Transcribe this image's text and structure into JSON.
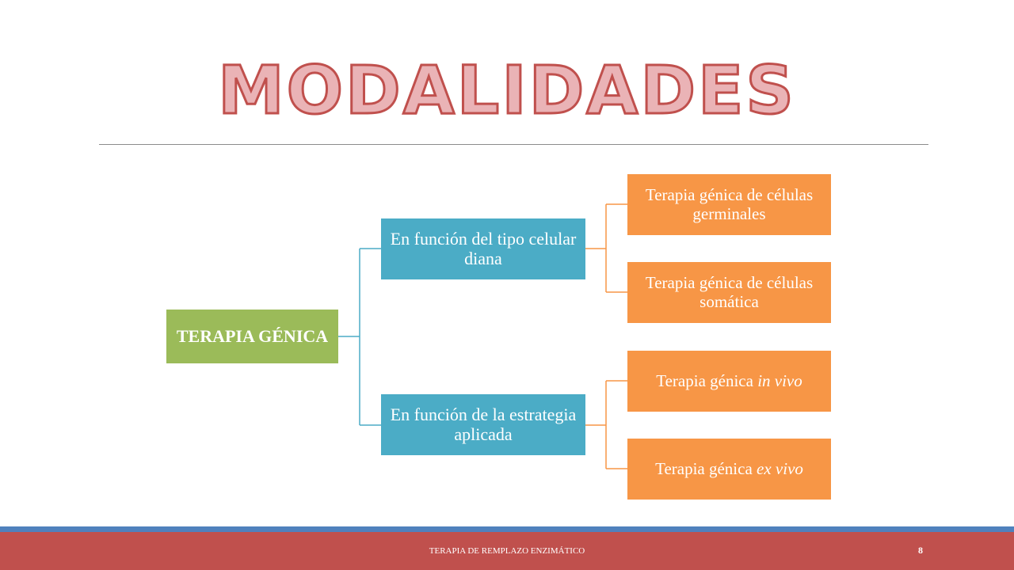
{
  "slide": {
    "title": "MODALIDADES",
    "footer_text": "TERAPIA DE REMPLAZO ENZIMÁTICO",
    "page_number": "8"
  },
  "diagram": {
    "root": "TERAPIA GÉNICA",
    "branches": [
      {
        "label": "En función del tipo celular diana",
        "children": [
          {
            "pre": "Terapia génica de células germinales",
            "em": "",
            "post": ""
          },
          {
            "pre": "Terapia génica de células somática",
            "em": "",
            "post": ""
          }
        ]
      },
      {
        "label": "En función de la estrategia aplicada",
        "children": [
          {
            "pre": "Terapia génica ",
            "em": "in vivo",
            "post": ""
          },
          {
            "pre": "Terapia génica ",
            "em": "ex vivo",
            "post": ""
          }
        ]
      }
    ]
  },
  "colors": {
    "root": "#9bbb59",
    "branch": "#4bacc6",
    "leaf": "#f79646",
    "title_fill": "#eab3b6",
    "title_stroke": "#c0504d",
    "footer_red": "#c0504d",
    "footer_blue": "#4f81bd"
  }
}
